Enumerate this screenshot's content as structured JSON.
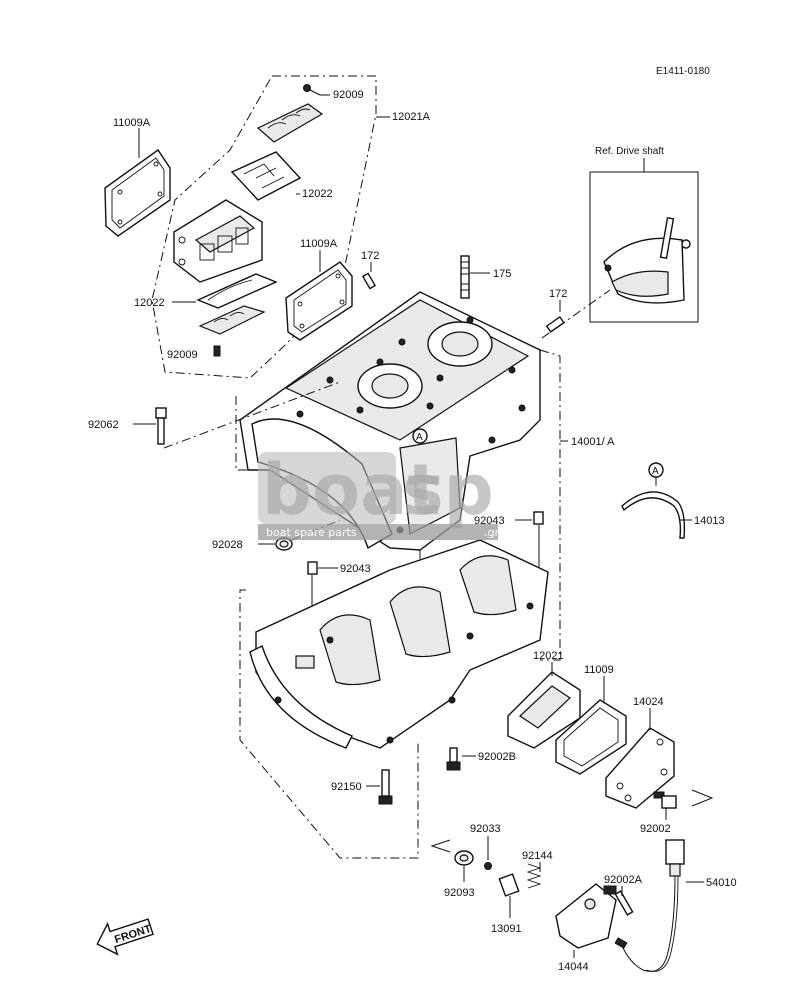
{
  "diagram": {
    "code": "E1411-0180",
    "drive_shaft_ref": "Ref. Drive shaft",
    "marker": "A",
    "front": "FRONT",
    "watermark": {
      "brand_left": "boat",
      "brand_right": "sp",
      "tagline": "boat spare parts",
      "suffix": ".gr"
    },
    "labels": {
      "p11009A_top": "11009A",
      "p92009_top": "92009",
      "p12021A": "12021A",
      "p12022_top": "12022",
      "p12022_bot": "12022",
      "p92009_bot": "92009",
      "p11009A_mid": "11009A",
      "p172_left": "172",
      "p175": "175",
      "p172_right": "172",
      "p92062": "92062",
      "p14001A": "14001/ A",
      "p14013": "14013",
      "p92043_right": "92043",
      "p92028": "92028",
      "p92043_left": "92043",
      "p12021": "12021",
      "p11009": "11009",
      "p14024": "14024",
      "p92002B": "92002B",
      "p92150": "92150",
      "p92002": "92002",
      "p92033": "92033",
      "p92144": "92144",
      "p92002A": "92002A",
      "p54010": "54010",
      "p92093": "92093",
      "p13091": "13091",
      "p14044": "14044"
    }
  }
}
